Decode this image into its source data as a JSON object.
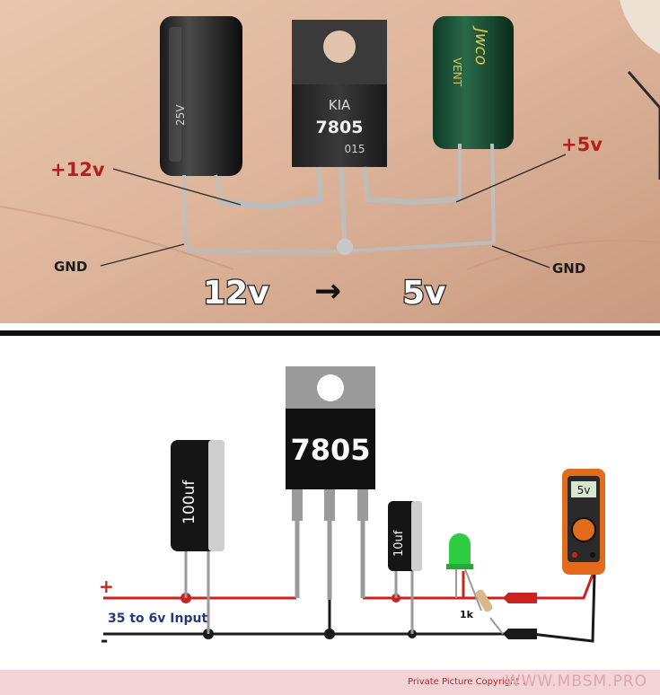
{
  "photo": {
    "labels": {
      "plus12": "+12v",
      "plus5": "+5v",
      "gnd_left": "GND",
      "gnd_right": "GND",
      "v_in": "12v",
      "arrow": "→",
      "v_out": "5v"
    },
    "regulator_text": {
      "brand": "KIA",
      "part": "7805",
      "code": "015"
    },
    "cap_left_text": "25V",
    "cap_right_text": {
      "brand": "Jwco",
      "line2": "VENT"
    }
  },
  "schematic": {
    "regulator_part": "7805",
    "cap_large": "100uf",
    "cap_small": "10uf",
    "resistor": "1k",
    "plus_sign": "+",
    "minus_sign": "-",
    "input_label": "35 to 6v Input",
    "meter_display": "5v"
  },
  "footer": {
    "credit": "Private Picture Copyright :",
    "site": "WWW.MBSM.PRO"
  },
  "colors": {
    "positive_wire": "#c8231f",
    "ground_wire": "#1a1a1a",
    "label_red": "#b3201d",
    "input_label": "#233b7a",
    "led": "#2ecc40",
    "multimeter": "#e36b1c"
  }
}
